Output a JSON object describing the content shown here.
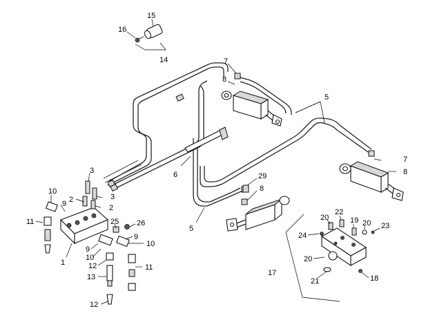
{
  "callouts": [
    {
      "id": "c15a",
      "text": "15"
    },
    {
      "id": "c16a",
      "text": "16"
    },
    {
      "id": "c14a",
      "text": "14"
    },
    {
      "id": "c7a",
      "text": "7"
    },
    {
      "id": "c8a",
      "text": "8"
    },
    {
      "id": "c5a",
      "text": "5"
    },
    {
      "id": "c7b",
      "text": "7"
    },
    {
      "id": "c8b",
      "text": "8"
    },
    {
      "id": "c6a",
      "text": "6"
    },
    {
      "id": "c29a",
      "text": "29"
    },
    {
      "id": "c8c",
      "text": "8"
    },
    {
      "id": "c5b",
      "text": "5"
    },
    {
      "id": "c3a",
      "text": "3"
    },
    {
      "id": "c3b",
      "text": "3"
    },
    {
      "id": "c2a",
      "text": "2"
    },
    {
      "id": "c2b",
      "text": "2"
    },
    {
      "id": "c10a",
      "text": "10"
    },
    {
      "id": "c9a",
      "text": "9"
    },
    {
      "id": "c11a",
      "text": "11"
    },
    {
      "id": "c1a",
      "text": "1"
    },
    {
      "id": "c25a",
      "text": "25"
    },
    {
      "id": "c26a",
      "text": "26"
    },
    {
      "id": "c9b",
      "text": "9"
    },
    {
      "id": "c10b",
      "text": "10"
    },
    {
      "id": "c9c",
      "text": "9"
    },
    {
      "id": "c10c",
      "text": "10"
    },
    {
      "id": "c12a",
      "text": "12"
    },
    {
      "id": "c11b",
      "text": "11"
    },
    {
      "id": "c13a",
      "text": "13"
    },
    {
      "id": "c12b",
      "text": "12"
    },
    {
      "id": "c22a",
      "text": "22"
    },
    {
      "id": "c20a",
      "text": "20"
    },
    {
      "id": "c19a",
      "text": "19"
    },
    {
      "id": "c20b",
      "text": "20"
    },
    {
      "id": "c23a",
      "text": "23"
    },
    {
      "id": "c24a",
      "text": "24"
    },
    {
      "id": "c20c",
      "text": "20"
    },
    {
      "id": "c17a",
      "text": "17"
    },
    {
      "id": "c21a",
      "text": "21"
    },
    {
      "id": "c18a",
      "text": "18"
    }
  ]
}
